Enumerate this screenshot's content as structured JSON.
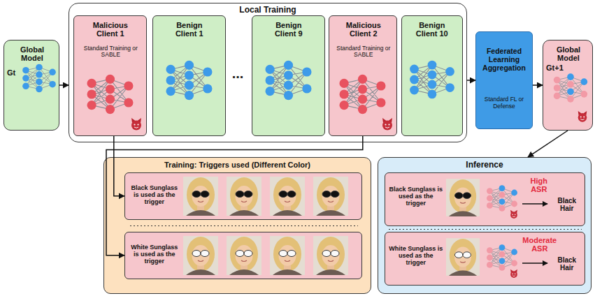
{
  "diagram": {
    "nodes": [
      {
        "text": [
          "Global Model",
          "Gt"
        ]
      },
      {
        "text": [
          "Local Training"
        ]
      },
      {
        "text": [
          "Malicious Client 1",
          "Standard Training or SABLE"
        ],
        "in": 1
      },
      {
        "text": [
          "Benign Client 1"
        ],
        "in": 1
      },
      {
        "text": [
          "Benign Client 9"
        ],
        "in": 1
      },
      {
        "text": [
          "Malicious Client 2",
          "Standard Training or SABLE"
        ],
        "in": 1
      },
      {
        "text": [
          "Benign Client 10"
        ],
        "in": 1
      },
      {
        "text": [
          "Federated Learning Aggregation",
          "Standard FL or Defense"
        ]
      },
      {
        "text": [
          "Global Model",
          "Gt+1"
        ]
      },
      {
        "text": [
          "Training: Triggers used (Different Color)"
        ]
      },
      {
        "text": [
          "Black Sunglass is used as the trigger"
        ],
        "in": 9
      },
      {
        "text": [
          "White Sunglass is used as the trigger"
        ],
        "in": 9
      },
      {
        "text": [
          "Inference"
        ]
      },
      {
        "text": [
          "Black Sunglass is used as the trigger",
          "High ASR",
          "Black Hair"
        ],
        "in": 12
      },
      {
        "text": [
          "White Sunglass is used as the trigger",
          "Moderate ASR",
          "Black Hair"
        ],
        "in": 12
      }
    ],
    "edges": [
      {
        "from": 0,
        "to": 1,
        "arrow": "to"
      },
      {
        "from": 1,
        "to": 7,
        "arrow": "to"
      },
      {
        "from": 7,
        "to": 8,
        "arrow": "to"
      },
      {
        "from": 8,
        "to": 12,
        "arrow": "to"
      },
      {
        "from": 2,
        "to": 10,
        "arrow": "to"
      },
      {
        "from": 5,
        "to": 11,
        "arrow": "to"
      }
    ],
    "labels": [
      "..."
    ]
  }
}
